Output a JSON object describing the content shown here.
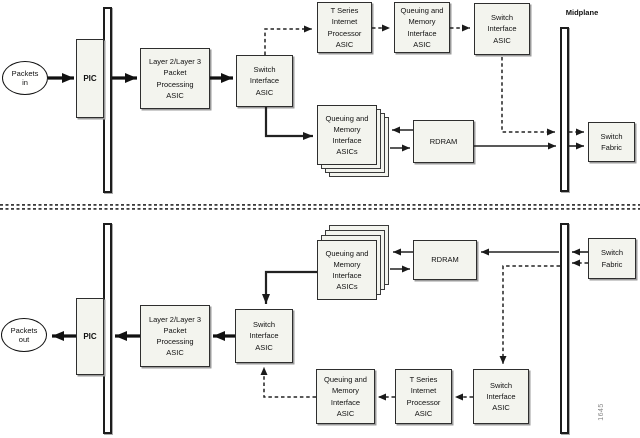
{
  "colors": {
    "box_fill": "#f3f4ee",
    "box_border": "#2e2e2e",
    "line": "#1a1a1a",
    "shadow": "#9b9b9b",
    "figure_gray": "#8a8a8a"
  },
  "top_half": {
    "packets_in": "Packets\nin",
    "pic": "PIC",
    "l2l3": "Layer 2/Layer 3\nPacket\nProcessing\nASIC",
    "sia1": "Switch\nInterface\nASIC",
    "t_series": "T Series\nInternet\nProcessor\nASIC",
    "qm": "Queuing and\nMemory\nInterface\nASIC",
    "sia2": "Switch\nInterface\nASIC",
    "qm_stack": "Queuing and\nMemory\nInterface\nASICs",
    "rdram": "RDRAM",
    "midplane": "Midplane",
    "switch_fabric": "Switch\nFabric"
  },
  "bottom_half": {
    "switch_fabric": "Switch\nFabric",
    "rdram": "RDRAM",
    "qm_stack": "Queuing and\nMemory\nInterface\nASICs",
    "sia_main": "Switch\nInterface\nASIC",
    "l2l3": "Layer 2/Layer 3\nPacket\nProcessing\nASIC",
    "pic": "PIC",
    "packets_out": "Packets\nout",
    "sia_bottom": "Switch\nInterface\nASIC",
    "t_series": "T Series\nInternet\nProcessor\nASIC",
    "qm": "Queuing and\nMemory\nInterface\nASIC"
  },
  "figure_id": "1645"
}
